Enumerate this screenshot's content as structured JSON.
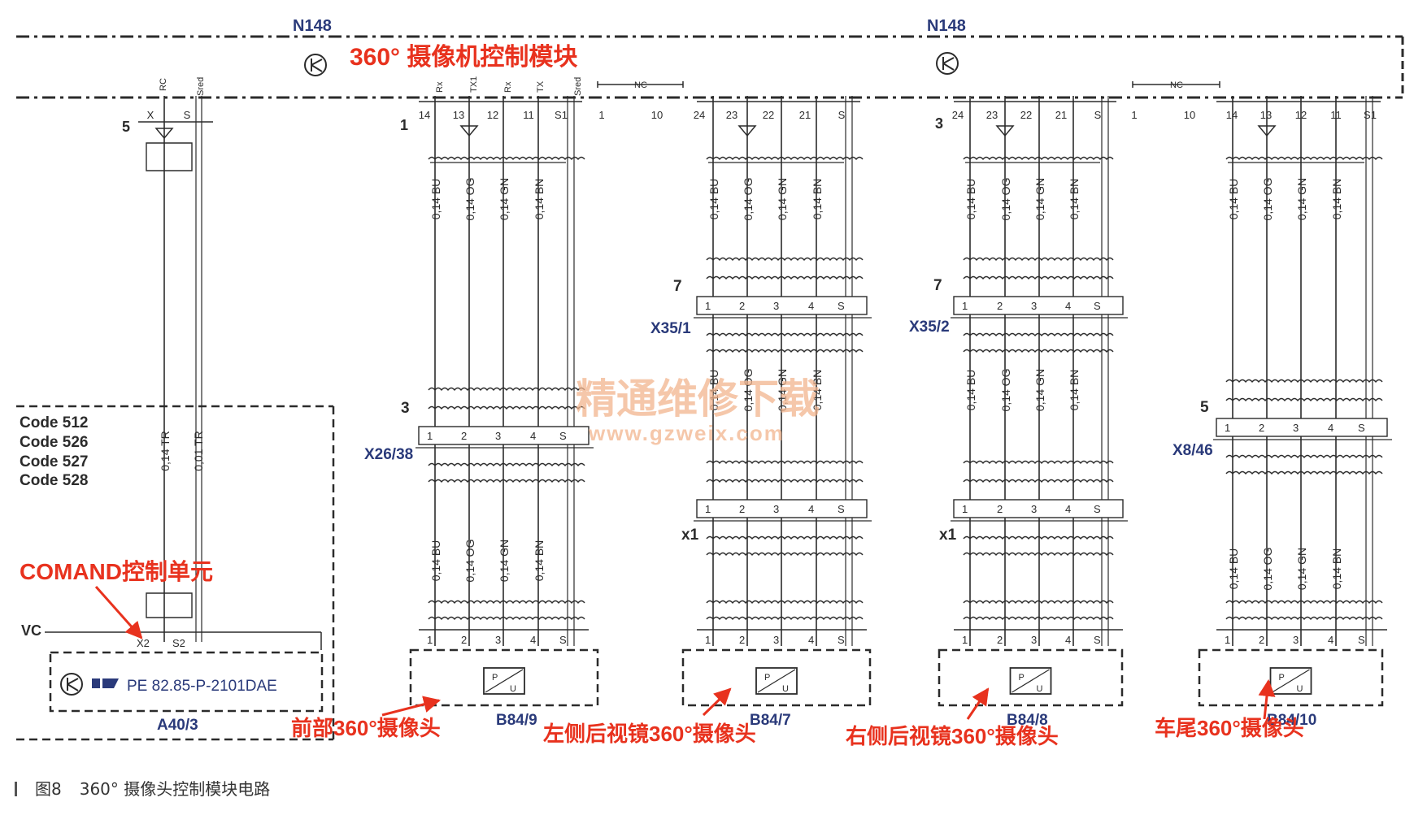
{
  "module": {
    "code_left": "N148",
    "code_right": "N148",
    "title": "360° 摄像机控制模块"
  },
  "module_pin_labels": [
    "X",
    "S",
    "14",
    "13",
    "12",
    "11",
    "S1",
    "1",
    "10",
    "24",
    "23",
    "22",
    "21",
    "S",
    "24",
    "23",
    "22",
    "21",
    "S",
    "1",
    "10",
    "14",
    "13",
    "12",
    "11",
    "S1"
  ],
  "nc_label": "NC",
  "signal_names": [
    "RC",
    "Sred",
    "Rx",
    "TX1",
    "Rx",
    "TX",
    "Sred"
  ],
  "branch_numbers": [
    "5",
    "1",
    "3"
  ],
  "wires": {
    "tr_1": "0,14 TR",
    "tr_2": "0,01 TR",
    "bu": "0,14 BU",
    "og": "0,14 OG",
    "gn": "0,14 GN",
    "bn": "0,14 BN"
  },
  "connector_pins": [
    "1",
    "2",
    "3",
    "4",
    "S"
  ],
  "connectors": {
    "x26": "X26/38",
    "x26_num": "3",
    "x35_1": "X35/1",
    "x35_1_num": "7",
    "x35_2": "X35/2",
    "x35_2_num": "7",
    "x8": "X8/46",
    "x8_num": "5",
    "x1_a": "x1",
    "x1_b": "x1"
  },
  "codes": [
    "Code 512",
    "Code 526",
    "Code 527",
    "Code 528"
  ],
  "comand": {
    "callout": "COMAND控制单元",
    "vc": "VC",
    "pin_x2": "X2",
    "pin_s2": "S2",
    "pe_ref": "PE 82.85-P-2101DAE",
    "id": "A40/3"
  },
  "cameras": [
    {
      "id": "B84/9",
      "callout": "前部360°摄像头"
    },
    {
      "id": "B84/7",
      "callout": "左侧后视镜360°摄像头"
    },
    {
      "id": "B84/8",
      "callout": "右侧后视镜360°摄像头"
    },
    {
      "id": "B84/10",
      "callout": "车尾360°摄像头"
    }
  ],
  "camera_symbol": {
    "top": "P",
    "bottom": "U"
  },
  "watermark": {
    "line1": "精通维修下载",
    "line2": "www.gzweix.com"
  },
  "caption": {
    "figure": "图8",
    "text": "360° 摄像头控制模块电路"
  },
  "colors": {
    "line": "#2b2b2b",
    "callout": "#e8321e",
    "label_blue": "#2a3a7a",
    "watermark": "#f2b58e"
  }
}
